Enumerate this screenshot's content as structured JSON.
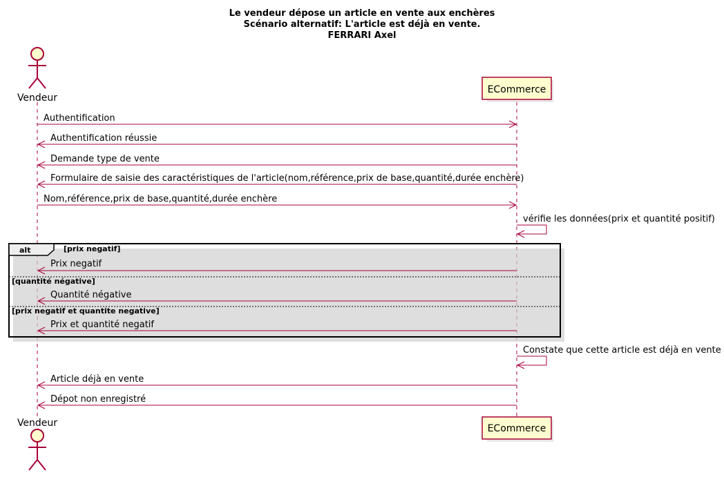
{
  "title_lines": [
    "Le vendeur dépose un article en vente aux enchères",
    "Scénario alternatif: L'article est déjà en vente.",
    "FERRARI Axel"
  ],
  "participants": {
    "actor": {
      "label": "Vendeur"
    },
    "system": {
      "label": "ECommerce"
    }
  },
  "colors": {
    "line": "#A80036",
    "actor_fill": "#FEFECE",
    "box_fill": "#FEFECE",
    "frame": "#000000"
  },
  "messages": [
    {
      "text": "Authentification",
      "direction": "to-system"
    },
    {
      "text": "Authentification réussie",
      "direction": "to-actor"
    },
    {
      "text": "Demande type de vente",
      "direction": "to-actor"
    },
    {
      "text": "Formulaire de saisie des caractéristiques de l'article(nom,référence,prix de base,quantité,durée enchère)",
      "direction": "to-actor"
    },
    {
      "text": "Nom,référence,prix de base,quantité,durée enchère",
      "direction": "to-system"
    },
    {
      "text": "vérifie les données(prix et quantité positif)",
      "direction": "self"
    },
    {
      "text": "Prix negatif",
      "direction": "to-actor"
    },
    {
      "text": "Quantité négative",
      "direction": "to-actor"
    },
    {
      "text": "Prix et quantité negatif",
      "direction": "to-actor"
    },
    {
      "text": "Constate que cette article est déjà en vente",
      "direction": "self"
    },
    {
      "text": "Article déjà en vente",
      "direction": "to-actor"
    },
    {
      "text": "Dépot non enregistré",
      "direction": "to-actor"
    }
  ],
  "fragment": {
    "keyword": "alt",
    "guards": [
      "[prix negatif]",
      "[quantité négative]",
      "[prix negatif et quantite negative]"
    ]
  }
}
